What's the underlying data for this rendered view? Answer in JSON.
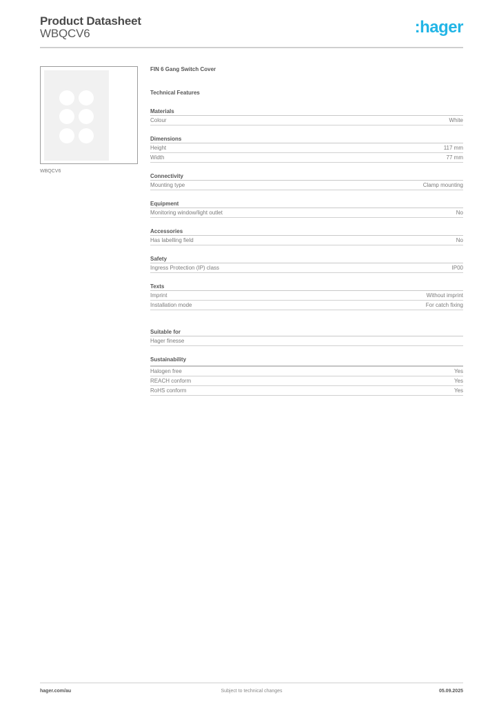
{
  "header": {
    "title": "Product Datasheet",
    "subtitle": "WBQCV6",
    "logo": ":hager",
    "logo_color": "#22b5e6"
  },
  "product_image": {
    "icon": "switch-cover-6-gang-image",
    "caption": "WBQCV6"
  },
  "product": {
    "name": "FIN 6 Gang Switch Cover",
    "section_title": "Technical Features"
  },
  "groups": [
    {
      "title": "Materials",
      "rows": [
        {
          "label": "Colour",
          "value": "White"
        }
      ]
    },
    {
      "title": "Dimensions",
      "rows": [
        {
          "label": "Height",
          "value": "117 mm"
        },
        {
          "label": "Width",
          "value": "77 mm"
        }
      ]
    },
    {
      "title": "Connectivity",
      "rows": [
        {
          "label": "Mounting type",
          "value": "Clamp mounting"
        }
      ]
    },
    {
      "title": "Equipment",
      "rows": [
        {
          "label": "Monitoring window/light outlet",
          "value": "No"
        }
      ]
    },
    {
      "title": "Accessories",
      "rows": [
        {
          "label": "Has labelling field",
          "value": "No"
        }
      ]
    },
    {
      "title": "Safety",
      "rows": [
        {
          "label": "Ingress Protection (IP) class",
          "value": "IP00"
        }
      ]
    },
    {
      "title": "Texts",
      "rows": [
        {
          "label": "Imprint",
          "value": "Without imprint"
        },
        {
          "label": "Installation mode",
          "value": "For catch fixing"
        }
      ]
    }
  ],
  "suitable_for": {
    "title": "Suitable for",
    "rows": [
      {
        "label": "Hager finesse",
        "value": ""
      }
    ]
  },
  "sustainability": {
    "title": "Sustainability",
    "rows": [
      {
        "label": "Halogen free",
        "value": "Yes"
      },
      {
        "label": "REACH conform",
        "value": "Yes"
      },
      {
        "label": "RoHS conform",
        "value": "Yes"
      }
    ]
  },
  "footer": {
    "website": "hager.com/au",
    "notice": "Subject to technical changes",
    "date": "05.09.2025"
  }
}
